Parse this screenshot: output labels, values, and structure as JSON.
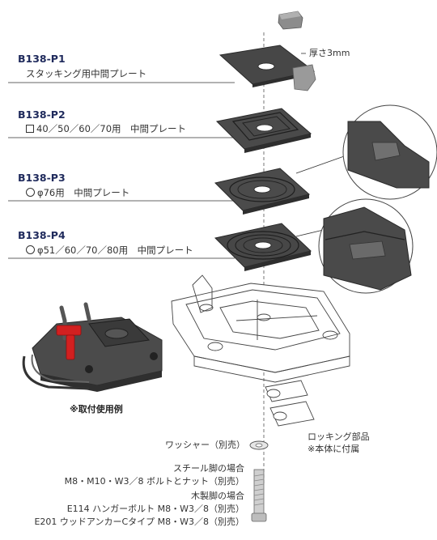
{
  "parts": [
    {
      "code": "B138-P1",
      "icon": "",
      "desc": "スタッキング用中間プレート"
    },
    {
      "code": "B138-P2",
      "icon": "square-icon",
      "desc": "40／50／60／70用　中間プレート"
    },
    {
      "code": "B138-P3",
      "icon": "circle-icon",
      "desc": "φ76用　中間プレート"
    },
    {
      "code": "B138-P4",
      "icon": "circle-icon",
      "desc": "φ51／60／70／80用　中間プレート"
    }
  ],
  "thickness_note": "厚さ3mm",
  "example_caption": "※取付使用例",
  "washer_label": "ワッシャー（別売）",
  "locking": {
    "name": "ロッキング部品",
    "note": "※本体に付属"
  },
  "steel": {
    "title": "スチール脚の場合",
    "detail": "M8・M10・W3／8 ボルトとナット（別売）"
  },
  "wood": {
    "title": "木製脚の場合",
    "line1": "E114 ハンガーボルト M8・W3／8（別売）",
    "line2": "E201 ウッドアンカーCタイプ M8・W3／8（別売）"
  },
  "colors": {
    "plate": "#4a4a4a",
    "plate_dark": "#2f2f2f",
    "leader": "#333333",
    "code": "#1f2a5c",
    "accent_red": "#d22020"
  }
}
